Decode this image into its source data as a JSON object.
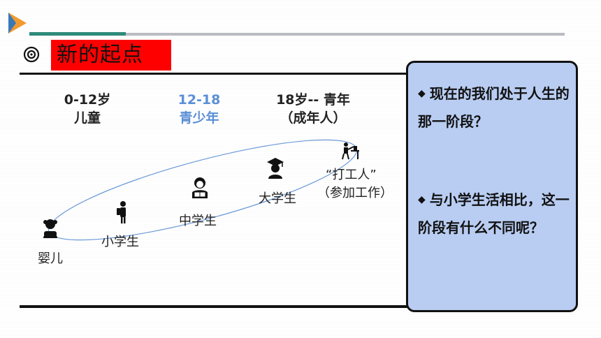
{
  "title": "新的起点",
  "stages": {
    "child": {
      "age": "0-12岁",
      "name": "儿童"
    },
    "teen": {
      "age": "12-18",
      "name": "青少年"
    },
    "adult": {
      "age": "18岁-- 青年",
      "name": "（成年人）"
    }
  },
  "labels": {
    "infant": "婴儿",
    "primary": "小学生",
    "middle": "中学生",
    "college": "大学生",
    "worker": "“打工人”",
    "worker_note": "（参加工作）"
  },
  "questions": [
    {
      "bullet": "◆",
      "text": "现在的我们处于人生的那一阶段？"
    },
    {
      "bullet": "◆",
      "text": "与小学生活相比，这一阶段有什么不同呢？"
    }
  ],
  "icons": [
    "play-triangle-icon",
    "target-icon",
    "baby-icon",
    "student-backpack-icon",
    "student-reading-icon",
    "graduate-icon",
    "worker-desk-icon"
  ],
  "colors": {
    "accent_teal": "#2e8b7a",
    "title_bg": "#ff0000",
    "teen_text": "#5b8fd6",
    "question_bg": "#b9cdf2",
    "orbit_line": "#6a9ad8"
  }
}
